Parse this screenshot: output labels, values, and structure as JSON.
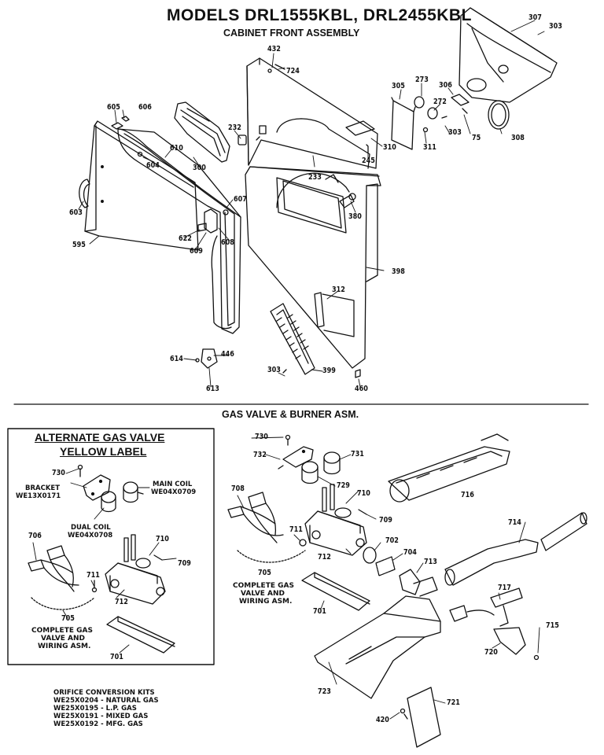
{
  "header": {
    "title": "MODELS DRL1555KBL, DRL2455KBL",
    "subtitle": "CABINET FRONT ASSEMBLY"
  },
  "section2": {
    "title": "GAS VALVE & BURNER ASM."
  },
  "alternate": {
    "title": "ALTERNATE GAS VALVE",
    "subtitle": "YELLOW LABEL",
    "bracket": "BRACKET",
    "bracket_part": "WE13X0171",
    "main_coil": "MAIN COIL",
    "main_coil_part": "WE04X0709",
    "dual_coil": "DUAL COIL",
    "dual_coil_part": "WE04X0708",
    "complete_1": "COMPLETE GAS",
    "complete_2": "VALVE AND",
    "complete_3": "WIRING ASM."
  },
  "main_caption": {
    "line1": "COMPLETE GAS",
    "line2": "VALVE AND",
    "line3": "WIRING ASM."
  },
  "orifice": {
    "title": "ORIFICE CONVERSION KITS",
    "k1": "WE25X0204 - NATURAL GAS",
    "k2": "WE25X0195 - L.P. GAS",
    "k3": "WE25X0191 - MIXED GAS",
    "k4": "WE25X0192 - MFG. GAS"
  },
  "callouts": {
    "c432": "432",
    "c724": "724",
    "c307": "307",
    "c303a": "303",
    "c605": "605",
    "c606": "606",
    "c232": "232",
    "c305": "305",
    "c273": "273",
    "c272": "272",
    "c306": "306",
    "c303b": "303",
    "c75": "75",
    "c308": "308",
    "c310": "310",
    "c311": "311",
    "c610": "610",
    "c604": "604",
    "c300": "300",
    "c245": "245",
    "c233": "233",
    "c603": "603",
    "c607": "607",
    "c380": "380",
    "c622": "622",
    "c609": "609",
    "c608": "608",
    "c595": "595",
    "c398": "398",
    "c312": "312",
    "c614": "614",
    "c446": "446",
    "c613": "613",
    "c303c": "303",
    "c399": "399",
    "c460": "460",
    "c730a": "730",
    "c732": "732",
    "c731": "731",
    "c729": "729",
    "c716": "716",
    "c708a": "708",
    "c710a": "710",
    "c709a": "709",
    "c711a": "711",
    "c712a": "712",
    "c702": "702",
    "c704": "704",
    "c713": "713",
    "c705a": "705",
    "c714": "714",
    "c701a": "701",
    "c717": "717",
    "c715": "715",
    "c720": "720",
    "c723": "723",
    "c721": "721",
    "c420": "420",
    "c730b": "730",
    "c706b": "706",
    "c710b": "710",
    "c709b": "709",
    "c711b": "711",
    "c712b": "712",
    "c705b": "705",
    "c701b": "701"
  }
}
